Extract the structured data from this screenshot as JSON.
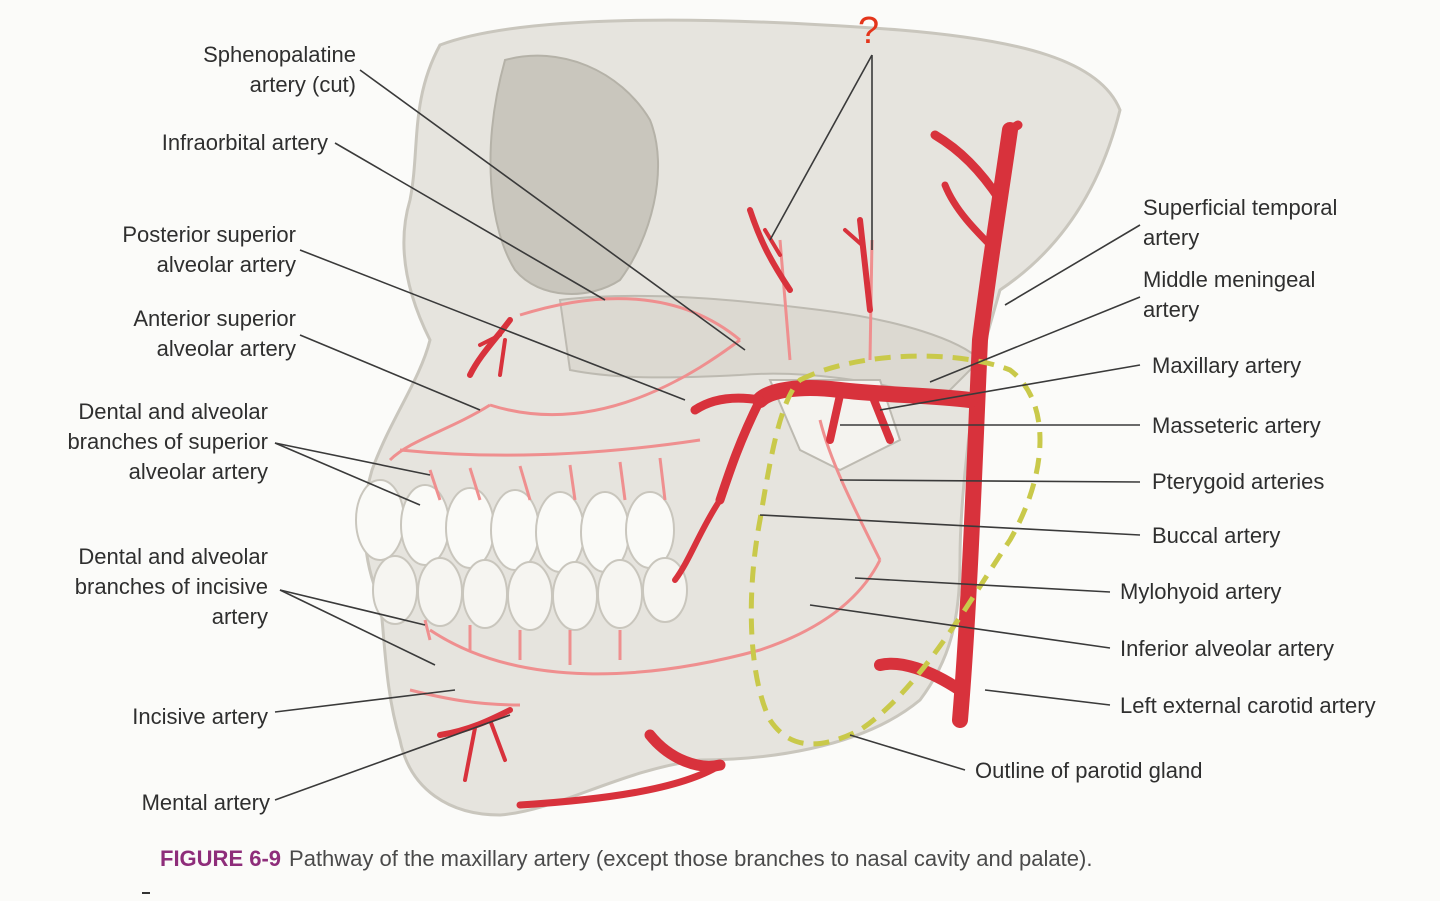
{
  "question_mark": "?",
  "labels_left": {
    "sphenopalatine": "Sphenopalatine\nartery (cut)",
    "infraorbital": "Infraorbital artery",
    "posterior_superior_alveolar": "Posterior superior\nalveolar artery",
    "anterior_superior_alveolar": "Anterior superior\nalveolar artery",
    "dental_superior": "Dental and alveolar\nbranches of superior\nalveolar artery",
    "dental_incisive": "Dental and alveolar\nbranches of incisive\nartery",
    "incisive": "Incisive artery",
    "mental": "Mental artery"
  },
  "labels_right": {
    "superficial_temporal": "Superficial temporal\nartery",
    "middle_meningeal": "Middle meningeal\nartery",
    "maxillary": "Maxillary artery",
    "masseteric": "Masseteric artery",
    "pterygoid": "Pterygoid arteries",
    "buccal": "Buccal artery",
    "mylohyoid": "Mylohyoid artery",
    "inferior_alveolar": "Inferior alveolar artery",
    "external_carotid": "Left external carotid artery",
    "parotid": "Outline of parotid gland"
  },
  "caption": {
    "figure_number": "FIGURE 6-9",
    "text": "Pathway of the maxillary artery (except those branches to nasal cavity and palate)."
  },
  "colors": {
    "artery": "#d8323c",
    "artery_faint": "#ef8f8f",
    "bone": "#e6e4de",
    "parotid_outline": "#c9c94a",
    "question_mark": "#e4351b",
    "figure_number": "#8e2d7a"
  }
}
